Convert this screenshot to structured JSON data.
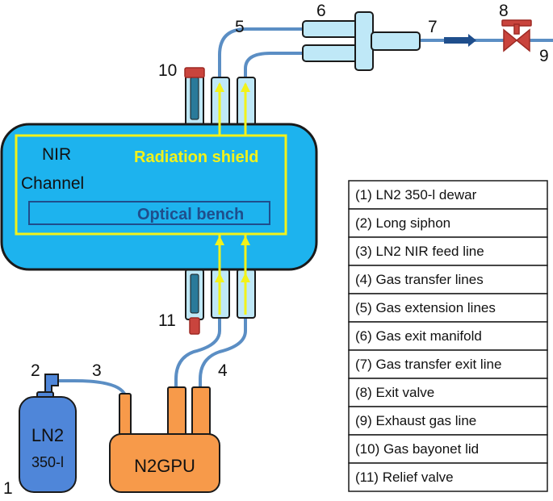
{
  "colors": {
    "cryostat_fill": "#1db3ee",
    "cryostat_stroke": "#1a1a1a",
    "shield_line": "#f2f21a",
    "bench_text": "#1f4e8c",
    "pipe": "#5b8ec4",
    "tube_fill": "#bfe8f7",
    "pump_fill": "#f79a4a",
    "dewar_fill": "#4f86d9",
    "valve_fill": "#c9443d"
  },
  "cryostat": {
    "channel_line1": "NIR",
    "channel_line2": "Channel",
    "radiation_shield": "Radiation shield",
    "optical_bench": "Optical bench"
  },
  "dewar": {
    "line1": "LN2",
    "line2": "350-l"
  },
  "pump": {
    "label": "N2GPU"
  },
  "callouts": [
    "1",
    "2",
    "3",
    "4",
    "5",
    "6",
    "7",
    "8",
    "9",
    "10",
    "11"
  ],
  "legend": [
    "(1) LN2 350-l dewar",
    "(2) Long siphon",
    "(3) LN2 NIR feed line",
    "(4) Gas transfer lines",
    "(5) Gas extension lines",
    "(6) Gas exit manifold",
    "(7) Gas transfer exit line",
    "(8) Exit valve",
    "(9) Exhaust gas line",
    "(10) Gas bayonet lid",
    "(11) Relief valve"
  ]
}
